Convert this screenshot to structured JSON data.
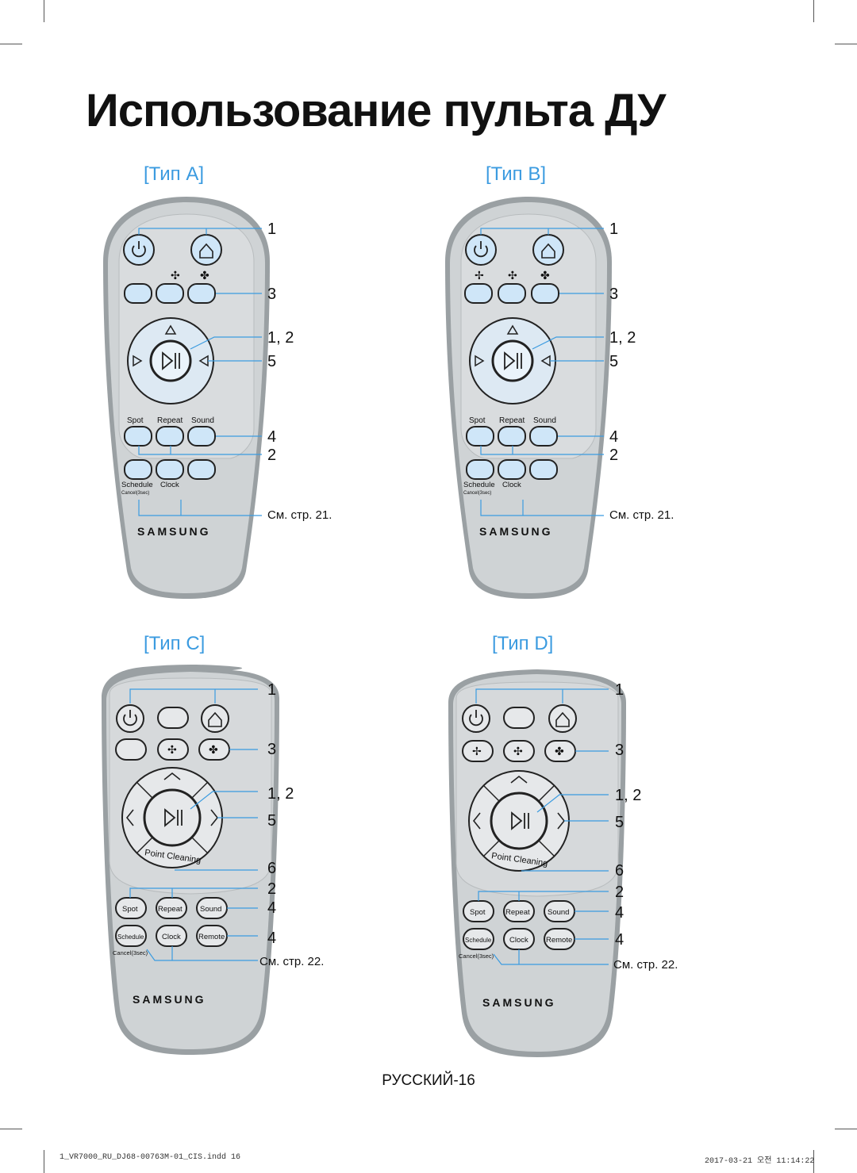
{
  "page": {
    "title": "Использование пульта ДУ",
    "page_label": "РУССКИЙ-16",
    "footer_file": "1_VR7000_RU_DJ68-00763M-01_CIS.indd   16",
    "footer_date": "2017-03-21   오전 11:14:22"
  },
  "remotes": [
    {
      "id": "a",
      "type_label": "[Тип A]",
      "mode_labels": [
        "Spot",
        "Repeat",
        "Sound"
      ],
      "lower_labels": [
        "Schedule",
        "Clock"
      ],
      "cancel_label": "Cancel(3sec)",
      "brand": "SAMSUNG",
      "callouts": [
        "1",
        "3",
        "1, 2",
        "5",
        "4",
        "2",
        "См. стр. 21."
      ]
    },
    {
      "id": "b",
      "type_label": "[Тип B]",
      "mode_labels": [
        "Spot",
        "Repeat",
        "Sound"
      ],
      "lower_labels": [
        "Schedule",
        "Clock"
      ],
      "cancel_label": "Cancel(3sec)",
      "brand": "SAMSUNG",
      "callouts": [
        "1",
        "3",
        "1, 2",
        "5",
        "4",
        "2",
        "См. стр. 21."
      ]
    },
    {
      "id": "c",
      "type_label": "[Тип C]",
      "button_labels": [
        "Spot",
        "Repeat",
        "Sound",
        "Schedule",
        "Clock",
        "Remote"
      ],
      "point_cleaning": "Point Cleaning",
      "cancel_label": "Cancel(3sec)",
      "brand": "SAMSUNG",
      "callouts": [
        "1",
        "3",
        "1, 2",
        "5",
        "6",
        "2",
        "4",
        "4",
        "См. стр. 22."
      ]
    },
    {
      "id": "d",
      "type_label": "[Тип D]",
      "button_labels": [
        "Spot",
        "Repeat",
        "Sound",
        "Schedule",
        "Clock",
        "Remote"
      ],
      "point_cleaning": "Point Cleaning",
      "cancel_label": "Cancel(3sec)",
      "brand": "SAMSUNG",
      "callouts": [
        "1",
        "3",
        "1, 2",
        "5",
        "6",
        "2",
        "4",
        "4",
        "См. стр. 22."
      ]
    }
  ],
  "colors": {
    "accent": "#3b9be0",
    "button_fill": "#cfe6f8",
    "remote_body": "#cfd3d5"
  },
  "icons": [
    "power-icon",
    "home-charge-icon",
    "fan-low-icon",
    "fan-medium-icon",
    "fan-high-icon",
    "play-pause-icon",
    "arrow-up-icon",
    "arrow-left-icon",
    "arrow-right-icon"
  ]
}
